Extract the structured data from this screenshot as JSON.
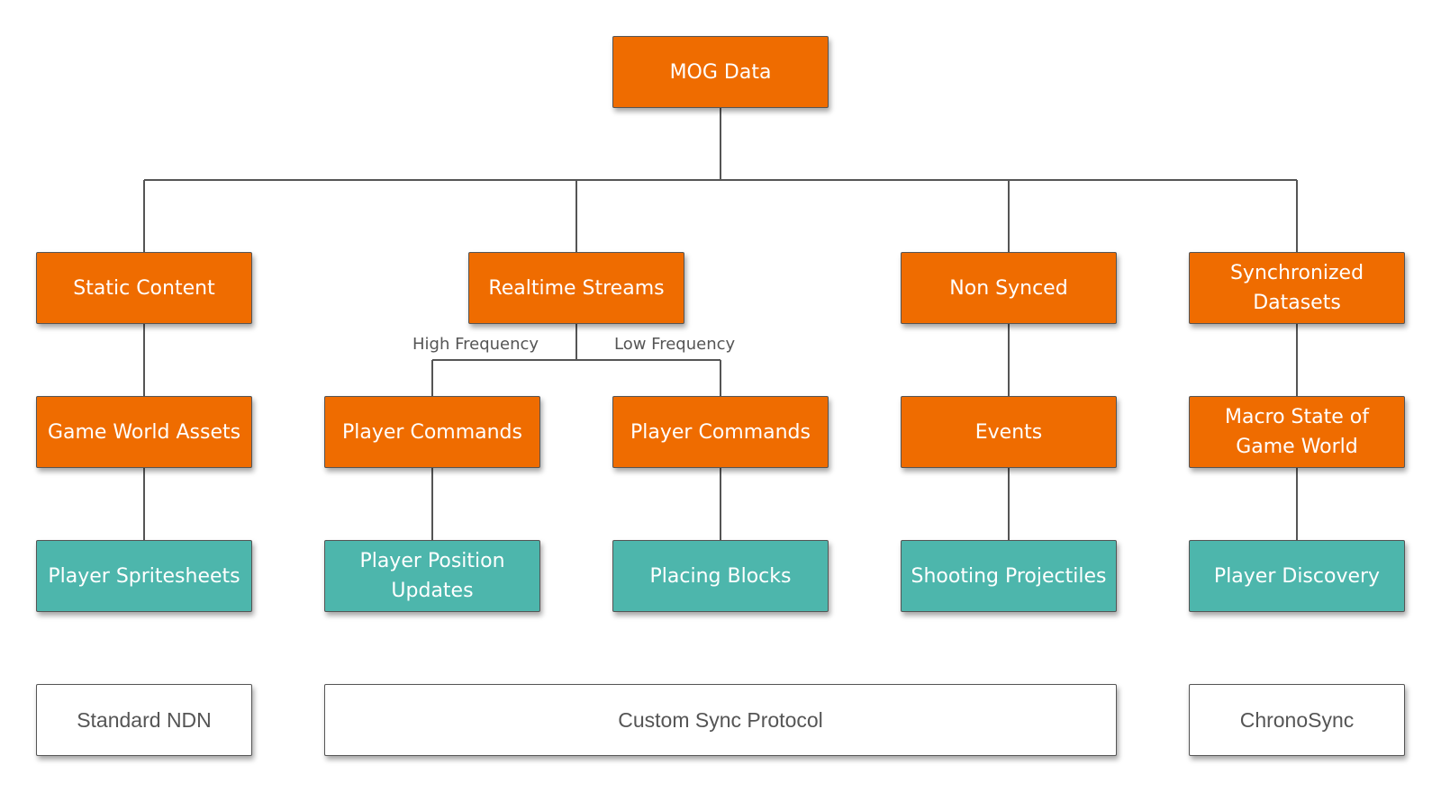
{
  "diagram": {
    "colors": {
      "category": "#ef6c00",
      "example": "#4db6ac",
      "protocol": "#ffffff",
      "line": "#555555"
    },
    "root": {
      "label": "MOG Data"
    },
    "categories": [
      {
        "label": "Static Content"
      },
      {
        "label": "Realtime Streams"
      },
      {
        "label": "Non Synced"
      },
      {
        "label": "Synchronized\nDatasets"
      }
    ],
    "subtypes": [
      {
        "label": "Game World Assets"
      },
      {
        "label": "Player Commands"
      },
      {
        "label": "Player Commands"
      },
      {
        "label": "Events"
      },
      {
        "label": "Macro State of\nGame World"
      }
    ],
    "examples": [
      {
        "label": "Player Spritesheets"
      },
      {
        "label": "Player Position\nUpdates"
      },
      {
        "label": "Placing Blocks"
      },
      {
        "label": "Shooting Projectiles"
      },
      {
        "label": "Player Discovery"
      }
    ],
    "edge_labels": {
      "high": "High Frequency",
      "low": "Low Frequency"
    },
    "protocols": [
      {
        "label": "Standard NDN"
      },
      {
        "label": "Custom Sync Protocol"
      },
      {
        "label": "ChronoSync"
      }
    ]
  }
}
